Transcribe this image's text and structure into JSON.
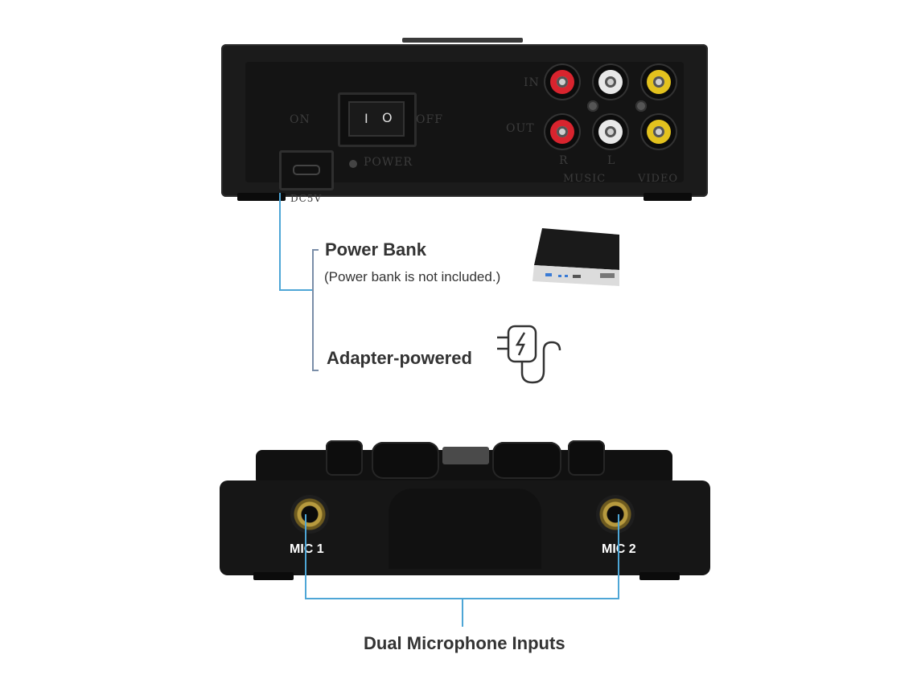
{
  "device_top": {
    "switch": {
      "on_label": "ON",
      "off_label": "OFF",
      "symbol_off": "I",
      "symbol_on": "O"
    },
    "power_label": "POWER",
    "dc_label": "DC5V",
    "in_label": "IN",
    "out_label": "OUT",
    "r_label": "R",
    "l_label": "L",
    "music_label": "MUSIC",
    "video_label": "VIDEO"
  },
  "power_bank": {
    "title": "Power Bank",
    "note": "(Power bank is not included.)"
  },
  "adapter": {
    "title": "Adapter-powered"
  },
  "device_bottom": {
    "mic1_label": "MIC 1",
    "mic2_label": "MIC 2"
  },
  "caption": "Dual Microphone Inputs",
  "colors": {
    "rca_red": "#d8242e",
    "rca_white": "#e8e8e8",
    "rca_yellow": "#e3c21e",
    "line_blue": "#4ea6d6"
  }
}
